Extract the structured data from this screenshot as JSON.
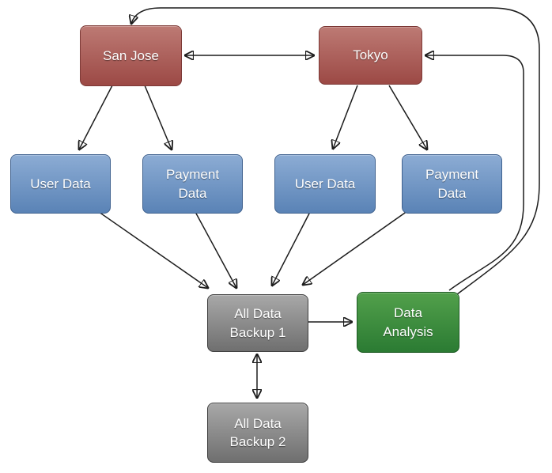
{
  "diagram": {
    "nodes": {
      "san_jose": {
        "label": "San Jose",
        "color": "red"
      },
      "tokyo": {
        "label": "Tokyo",
        "color": "red"
      },
      "user_data_left": {
        "label": "User Data",
        "color": "blue"
      },
      "payment_data_left": {
        "label": "Payment\nData",
        "color": "blue"
      },
      "user_data_right": {
        "label": "User Data",
        "color": "blue"
      },
      "payment_data_right": {
        "label": "Payment\nData",
        "color": "blue"
      },
      "all_data_backup_1": {
        "label": "All Data\nBackup 1",
        "color": "gray"
      },
      "data_analysis": {
        "label": "Data\nAnalysis",
        "color": "green"
      },
      "all_data_backup_2": {
        "label": "All Data\nBackup 2",
        "color": "gray"
      }
    },
    "palette": {
      "red": {
        "top": "#bd7a74",
        "bottom": "#9c4945",
        "border": "#7c3936"
      },
      "blue": {
        "top": "#8cacd4",
        "bottom": "#5a83b6",
        "border": "#3f618e"
      },
      "gray": {
        "top": "#a8a8a8",
        "bottom": "#6f6f6f",
        "border": "#3f3f3f"
      },
      "green": {
        "top": "#52a04b",
        "bottom": "#2b7b33",
        "border": "#1d5a23"
      }
    },
    "edge_color": "#1c1c1c",
    "edges": [
      {
        "from": "San Jose",
        "to": "Tokyo",
        "direction": "bidirectional"
      },
      {
        "from": "San Jose",
        "to": "User Data (left)",
        "direction": "one-way"
      },
      {
        "from": "San Jose",
        "to": "Payment Data (left)",
        "direction": "one-way"
      },
      {
        "from": "Tokyo",
        "to": "User Data (right)",
        "direction": "one-way"
      },
      {
        "from": "Tokyo",
        "to": "Payment Data (right)",
        "direction": "one-way"
      },
      {
        "from": "User Data (left)",
        "to": "All Data Backup 1",
        "direction": "one-way"
      },
      {
        "from": "Payment Data (left)",
        "to": "All Data Backup 1",
        "direction": "one-way"
      },
      {
        "from": "User Data (right)",
        "to": "All Data Backup 1",
        "direction": "one-way"
      },
      {
        "from": "Payment Data (right)",
        "to": "All Data Backup 1",
        "direction": "one-way"
      },
      {
        "from": "All Data Backup 1",
        "to": "Data Analysis",
        "direction": "one-way"
      },
      {
        "from": "All Data Backup 1",
        "to": "All Data Backup 2",
        "direction": "bidirectional"
      },
      {
        "from": "Data Analysis",
        "to": "San Jose",
        "direction": "one-way"
      },
      {
        "from": "Data Analysis",
        "to": "Tokyo",
        "direction": "one-way"
      }
    ]
  }
}
